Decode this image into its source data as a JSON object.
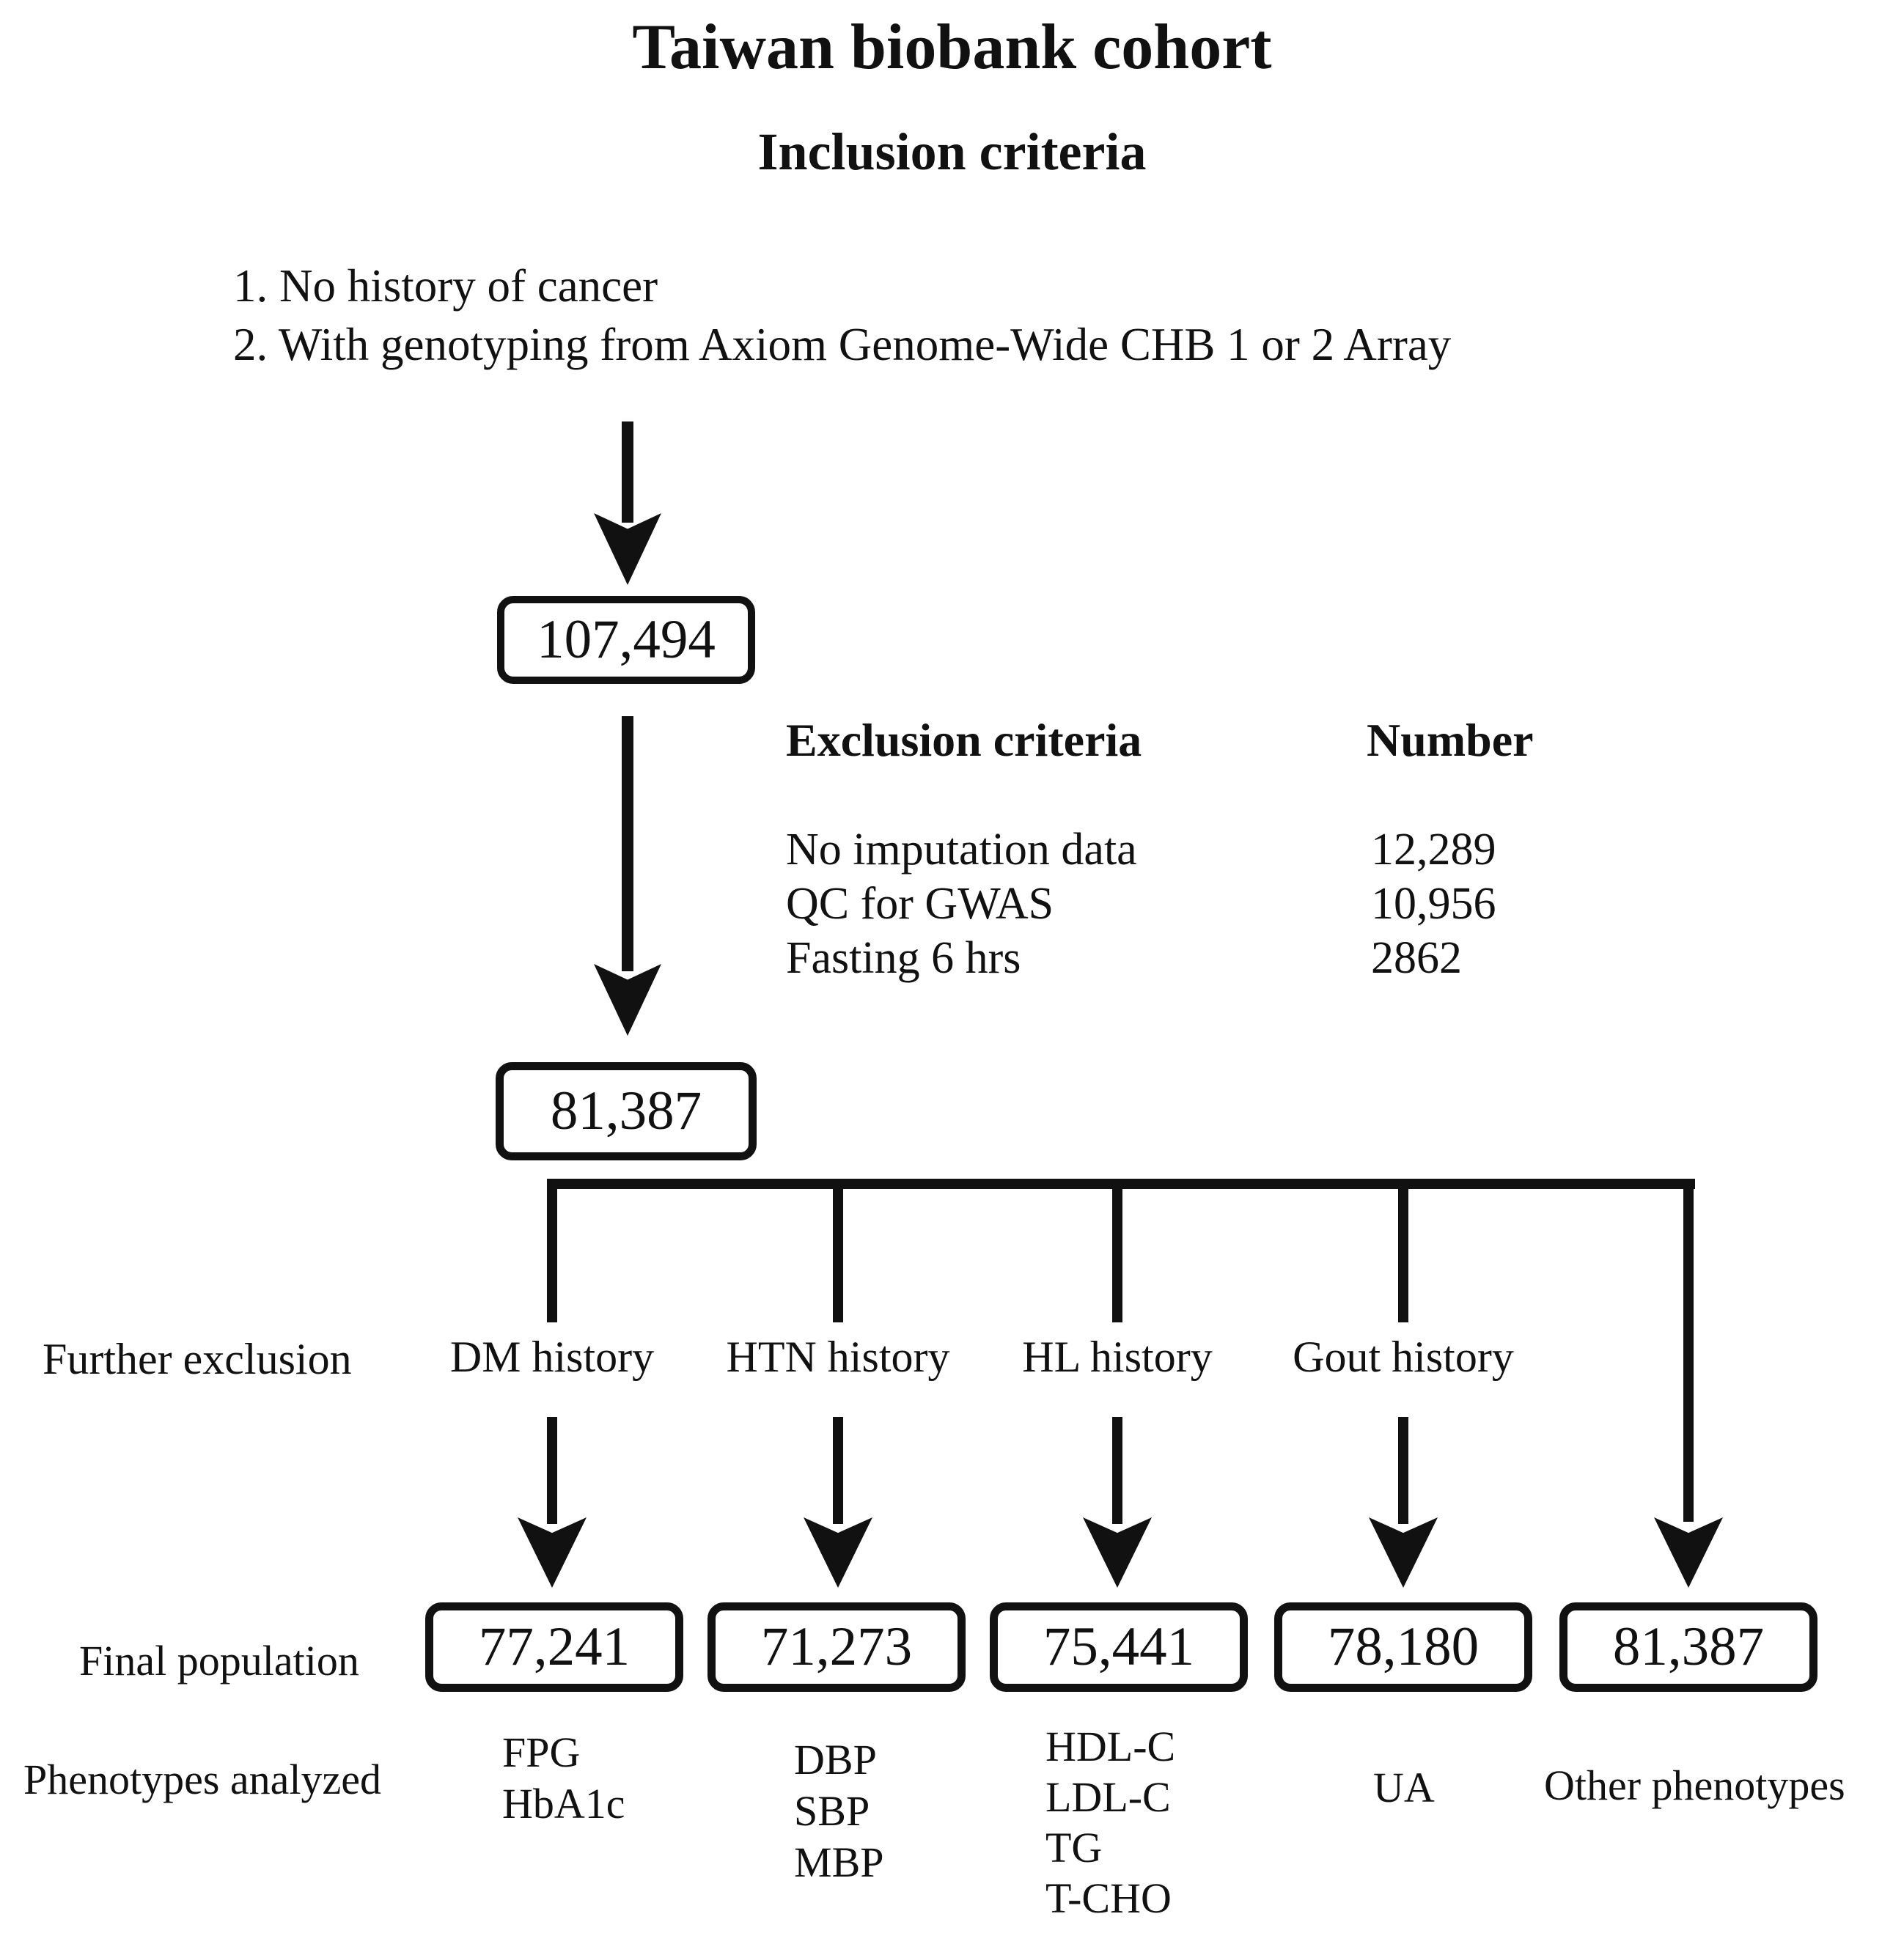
{
  "meta": {
    "ink_color": "#111111",
    "background_color": "#ffffff"
  },
  "header": {
    "title": "Taiwan biobank cohort",
    "subtitle": "Inclusion criteria"
  },
  "inclusion": {
    "items": [
      "1. No history of cancer",
      "2. With genotyping from Axiom Genome-Wide CHB 1 or 2 Array"
    ]
  },
  "cohort_boxes": {
    "initial": "107,494",
    "after_exclusion": "81,387"
  },
  "exclusion": {
    "title": "Exclusion criteria",
    "number_header": "Number",
    "rows": [
      {
        "label": "No imputation data",
        "number": "12,289"
      },
      {
        "label": "QC for GWAS",
        "number": "10,956"
      },
      {
        "label": "Fasting 6 hrs",
        "number": "2862"
      }
    ]
  },
  "branching": {
    "further_exclusion_label": "Further exclusion",
    "final_population_label": "Final population",
    "phenotypes_label": "Phenotypes analyzed",
    "branches": [
      {
        "history": "DM history",
        "final_population": "77,241",
        "phenotypes": [
          "FPG",
          "HbA1c"
        ]
      },
      {
        "history": "HTN history",
        "final_population": "71,273",
        "phenotypes": [
          "DBP",
          "SBP",
          "MBP"
        ]
      },
      {
        "history": "HL history",
        "final_population": "75,441",
        "phenotypes": [
          "HDL-C",
          "LDL-C",
          "TG",
          "T-CHO"
        ]
      },
      {
        "history": "Gout history",
        "final_population": "78,180",
        "phenotypes": [
          "UA"
        ]
      },
      {
        "history": "",
        "final_population": "81,387",
        "phenotypes": [
          "Other phenotypes"
        ]
      }
    ]
  }
}
